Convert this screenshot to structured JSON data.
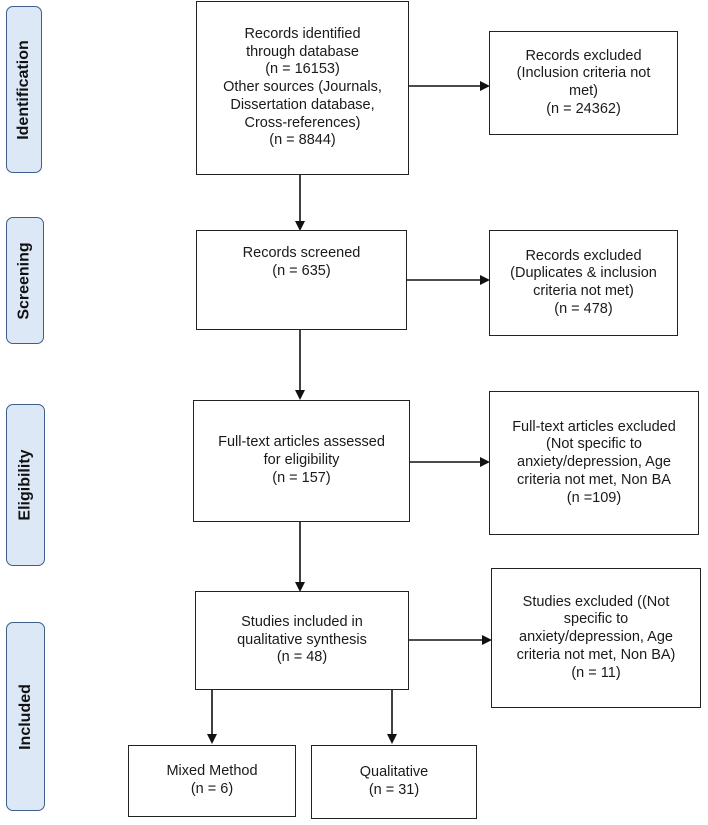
{
  "stages": [
    {
      "id": "identification",
      "label": "Identification"
    },
    {
      "id": "screening",
      "label": "Screening"
    },
    {
      "id": "eligibility",
      "label": "Eligibility"
    },
    {
      "id": "included",
      "label": "Included"
    }
  ],
  "boxes": {
    "identified": {
      "lines": [
        "Records identified",
        "through database",
        "(n = 16153)",
        "Other sources (Journals,",
        "Dissertation database,",
        "Cross-references)",
        "(n = 8844)"
      ]
    },
    "excluded_identification": {
      "lines": [
        "Records excluded",
        "(Inclusion criteria not",
        "met)",
        "(n = 24362)"
      ]
    },
    "screened": {
      "lines": [
        "Records screened",
        "(n = 635)"
      ]
    },
    "excluded_screening": {
      "lines": [
        "Records excluded",
        "(Duplicates & inclusion",
        "criteria not met)",
        "(n = 478)"
      ]
    },
    "assessed": {
      "lines": [
        "Full-text articles assessed",
        "for eligibility",
        "(n = 157)"
      ]
    },
    "excluded_eligibility": {
      "lines": [
        "Full-text articles excluded",
        "(Not specific to",
        "anxiety/depression, Age",
        "criteria not met, Non BA",
        "(n =109)"
      ]
    },
    "included": {
      "lines": [
        "Studies included in",
        "qualitative synthesis",
        "(n = 48)"
      ]
    },
    "excluded_included": {
      "lines": [
        "Studies excluded ((Not",
        "specific to",
        "anxiety/depression, Age",
        "criteria not met, Non BA)",
        "(n = 11)"
      ]
    },
    "mixed": {
      "lines": [
        "Mixed Method",
        "(n = 6)"
      ]
    },
    "qualitative": {
      "lines": [
        "Qualitative",
        "(n = 31)"
      ]
    }
  },
  "colors": {
    "stage_fill": "#dce8f6",
    "stage_border": "#3e5f86",
    "line": "#111111"
  }
}
